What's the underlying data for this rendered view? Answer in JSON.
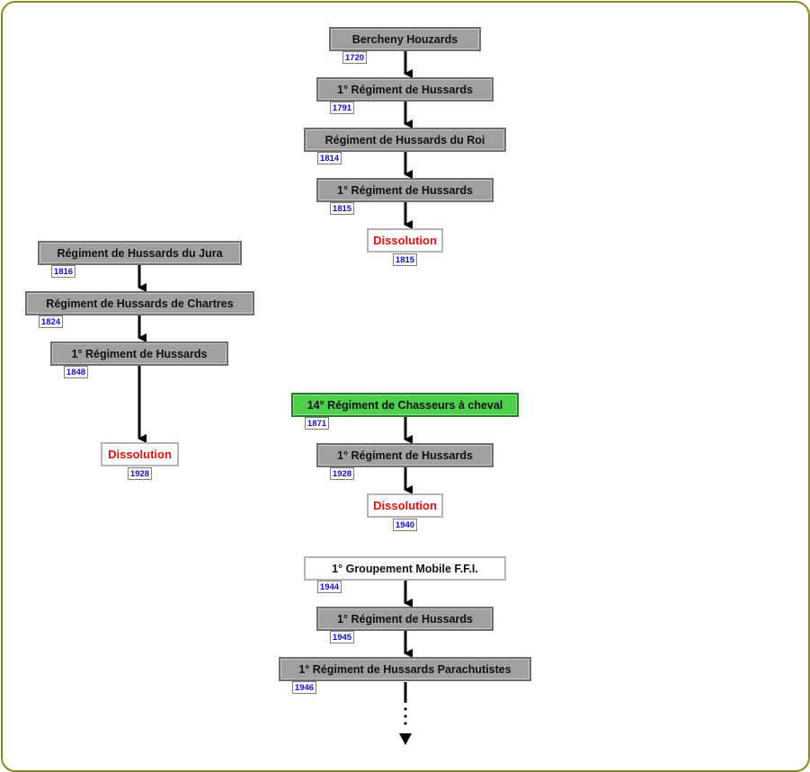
{
  "nodes": {
    "bercheny": "Bercheny Houzards",
    "r1_1791": "1° Régiment de Hussards",
    "roi": "Régiment de Hussards du Roi",
    "r1_1815": "1° Régiment de Hussards",
    "diss_1815": "Dissolution",
    "jura": "Régiment de Hussards du Jura",
    "chartres": "Régiment de Hussards de Chartres",
    "r1_1848": "1° Régiment de Hussards",
    "diss_1928": "Dissolution",
    "chasseurs": "14° Régiment de Chasseurs à cheval",
    "r1_1928": "1° Régiment de Hussards",
    "diss_1940": "Dissolution",
    "ffi": "1° Groupement Mobile F.F.I.",
    "r1_1945": "1° Régiment de Hussards",
    "parachutistes": "1° Régiment de Hussards Parachutistes"
  },
  "years": {
    "y1720": "1720",
    "y1791": "1791",
    "y1814": "1814",
    "y1815a": "1815",
    "y1815b": "1815",
    "y1816": "1816",
    "y1824": "1824",
    "y1848": "1848",
    "y1928a": "1928",
    "y1871": "1871",
    "y1928b": "1928",
    "y1940": "1940",
    "y1944": "1944",
    "y1945": "1945",
    "y1946": "1946"
  }
}
